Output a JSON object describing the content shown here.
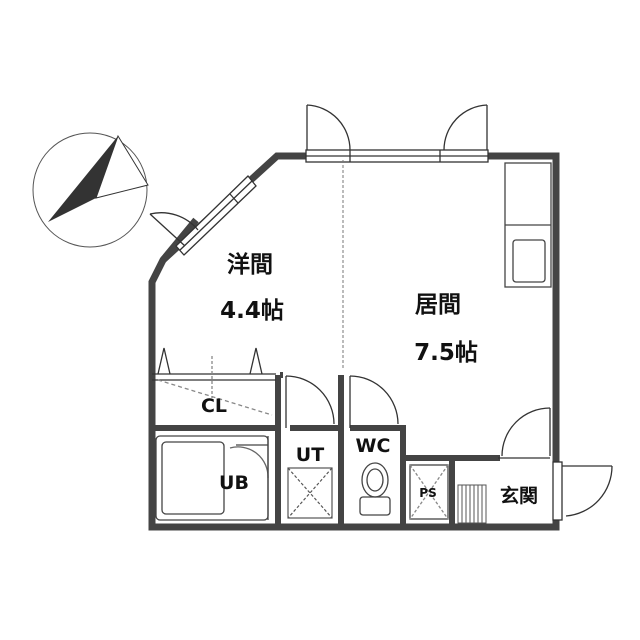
{
  "rooms": {
    "western": {
      "name": "洋間",
      "size": "4.4帖"
    },
    "living": {
      "name": "居間",
      "size": "7.5帖"
    },
    "closet": "CL",
    "bath": "UB",
    "utility": "UT",
    "toilet": "WC",
    "pipe_space": "PS",
    "entrance": "玄関"
  },
  "colors": {
    "wall": "#444444",
    "line": "#222222",
    "light": "#888888",
    "compass": "#333333"
  },
  "icons": {
    "north_arrow": "compass-arrow-icon"
  }
}
